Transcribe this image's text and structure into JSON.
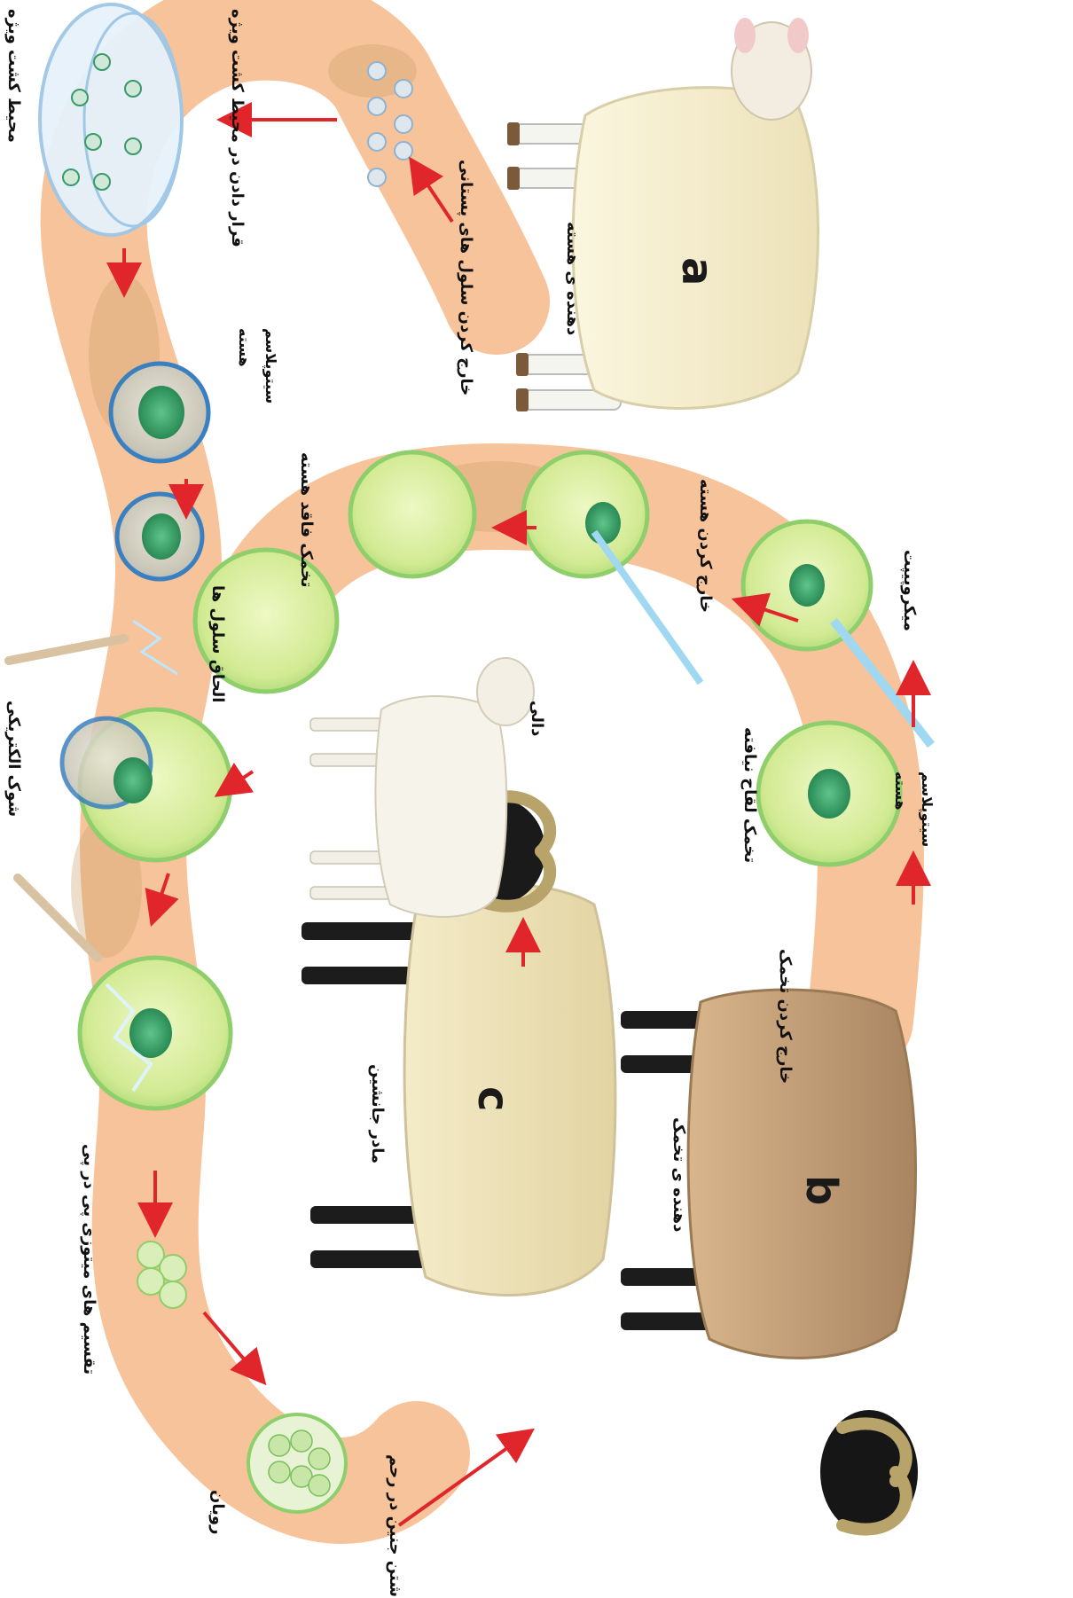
{
  "labels": {
    "donor_nucleus_letter": "a",
    "donor_egg_letter": "b",
    "surrogate_letter": "c",
    "donor_nucleus": "دهنده ی هسته",
    "donor_egg": "دهنده ی تخمک",
    "surrogate_mother": "مادر جانشین",
    "dolly": "دالی",
    "extract_mammary_cells": "خارج کردن سلول های پستانی",
    "place_in_culture": "قرار دادن در محیط کشت ویژه",
    "culture_medium": "محیط کشت ویژه",
    "cytoplasm_1": "سیتوپلاسم",
    "nucleus_1": "هسته",
    "micropipette": "میکروپیپت",
    "remove_nucleus": "خارج کردن هسته",
    "enucleated_egg": "تخمک فاقد هسته",
    "cell_fusion": "الحاق سلول ها",
    "electric_shock": "شوک الکتریکی",
    "unfertilized_egg": "تخمک لقاح نیافته",
    "nucleus_2": "هسته",
    "cytoplasm_2": "سیتوپلاسم",
    "extract_egg": "خارج کردن تخمک",
    "mitotic_divisions": "تقسیم های میتوزی پی در پی",
    "embryo": "رویان",
    "implant_embryo": "کاشتن جنین در رحم"
  },
  "colors": {
    "path": "#f7c39a",
    "path_shade": "#c9a06a",
    "egg_fill": "#d6ec9a",
    "egg_rim": "#8fcf6b",
    "nucleus": "#3aa56a",
    "mammary_rim": "#3a7fbf",
    "arrow": "#e0262b",
    "pipette": "#9fd8f0"
  }
}
